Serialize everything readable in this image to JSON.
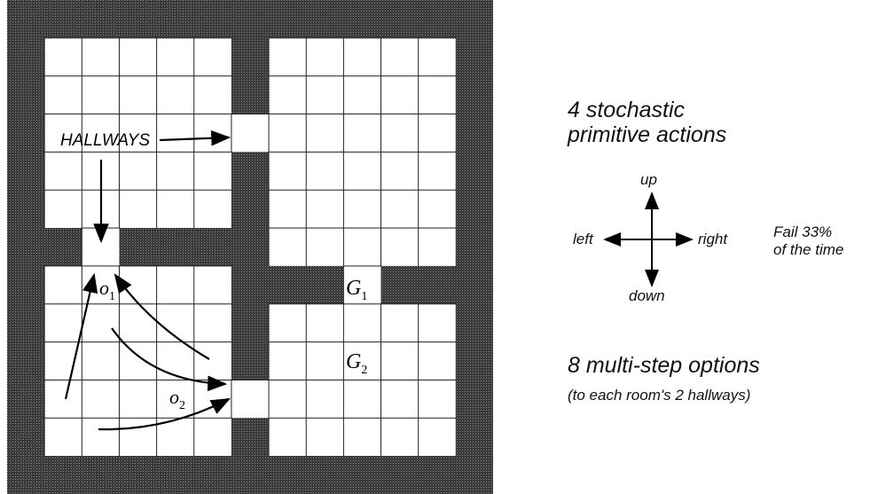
{
  "grid": {
    "hallways_label": "HALLWAYS",
    "option1_label": "o",
    "option1_sub": "1",
    "option2_label": "o",
    "option2_sub": "2",
    "goal1_label": "G",
    "goal1_sub": "1",
    "goal2_label": "G",
    "goal2_sub": "2"
  },
  "legend": {
    "primitive_title_line1": "4 stochastic",
    "primitive_title_line2": "primitive actions",
    "up": "up",
    "down": "down",
    "left": "left",
    "right": "right",
    "fail_line1": "Fail 33%",
    "fail_line2": "of the time",
    "options_title": "8 multi-step options",
    "options_note": "(to each room's 2 hallways)"
  }
}
